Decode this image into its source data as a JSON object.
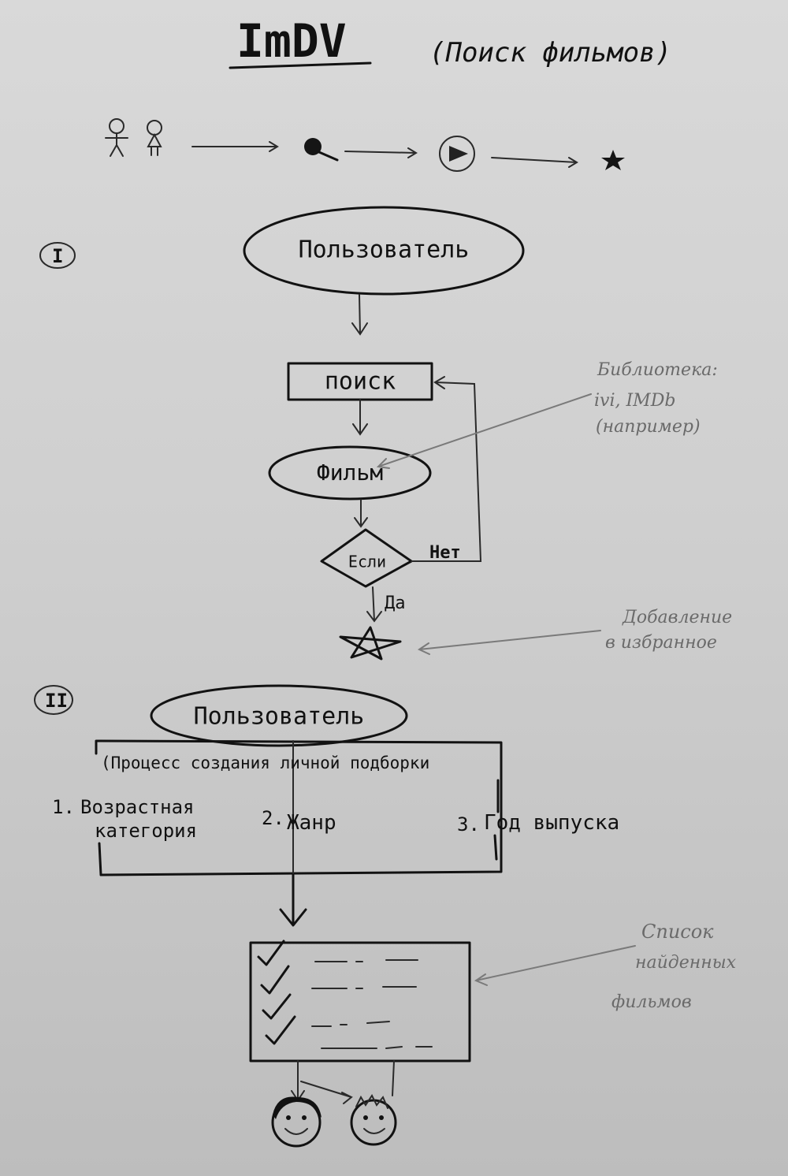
{
  "header": {
    "logo": "ImDV",
    "subtitle": "(Поиск фильмов)"
  },
  "section1": {
    "numeral": "I",
    "user": "Пользователь",
    "search": "поиск",
    "film": "Фильм",
    "decision": "Если",
    "no": "Нет",
    "yes": "Да",
    "note_library": [
      "Библиотека:",
      "ivi, IMDb",
      "(например)"
    ],
    "note_favorite": [
      "Добавление",
      "в избранное"
    ]
  },
  "section2": {
    "numeral": "II",
    "user": "Пользователь",
    "process": "(Процесс создания личной подборки",
    "criteria": [
      {
        "num": "1.",
        "lines": [
          "Возрастная",
          "категория"
        ]
      },
      {
        "num": "2.",
        "lines": [
          "Жанр"
        ]
      },
      {
        "num": "3.",
        "lines": [
          "Год выпуска"
        ]
      }
    ],
    "note_list": [
      "Список",
      "найденных",
      "фильмов"
    ]
  }
}
